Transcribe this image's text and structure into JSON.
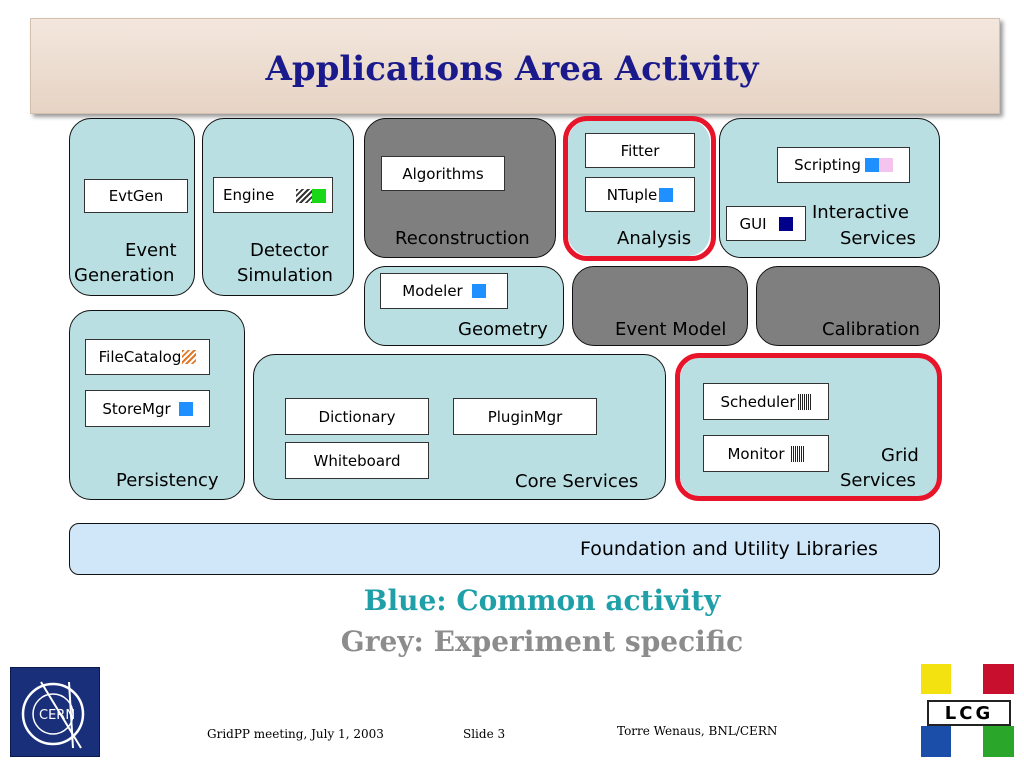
{
  "header": {
    "title": "Applications Area Activity"
  },
  "groups": {
    "event_generation": {
      "label_line1": "Event",
      "label_line2": "Generation",
      "box": "EvtGen"
    },
    "detector_simulation": {
      "label_line1": "Detector",
      "label_line2": "Simulation",
      "box": "Engine"
    },
    "reconstruction": {
      "label": "Reconstruction",
      "box": "Algorithms"
    },
    "analysis": {
      "label": "Analysis",
      "box1": "Fitter",
      "box2": "NTuple"
    },
    "interactive_services": {
      "label_line1": "Interactive",
      "label_line2": "Services",
      "box1": "Scripting",
      "box2": "GUI"
    },
    "geometry": {
      "label": "Geometry",
      "box": "Modeler"
    },
    "event_model": {
      "label": "Event Model"
    },
    "calibration": {
      "label": "Calibration"
    },
    "persistency": {
      "label": "Persistency",
      "box1": "FileCatalog",
      "box2": "StoreMgr"
    },
    "core_services": {
      "label": "Core Services",
      "box1": "Dictionary",
      "box2": "PluginMgr",
      "box3": "Whiteboard"
    },
    "grid_services": {
      "label_line1": "Grid",
      "label_line2": "Services",
      "box1": "Scheduler",
      "box2": "Monitor"
    },
    "foundation": {
      "label": "Foundation and Utility Libraries"
    }
  },
  "legend": {
    "blue": "Blue: Common activity",
    "grey": "Grey: Experiment specific"
  },
  "footer": {
    "meeting": "GridPP meeting, July 1, 2003",
    "slide": "Slide 3",
    "author": "Torre Wenaus, BNL/CERN"
  },
  "logos": {
    "left": "CERN",
    "right": "LCG"
  },
  "colors": {
    "common": "#b9dfe2",
    "experiment": "#7f7f7f",
    "highlight": "#e8142a",
    "title": "#1a1a8c",
    "legend_blue": "#1fa0a8",
    "legend_grey": "#8c8c8c"
  },
  "icons": [
    "hatched-green-square-icon",
    "blue-square-icon",
    "pink-square-icon",
    "navy-square-icon",
    "orange-hatch-icon",
    "barcode-icon"
  ]
}
